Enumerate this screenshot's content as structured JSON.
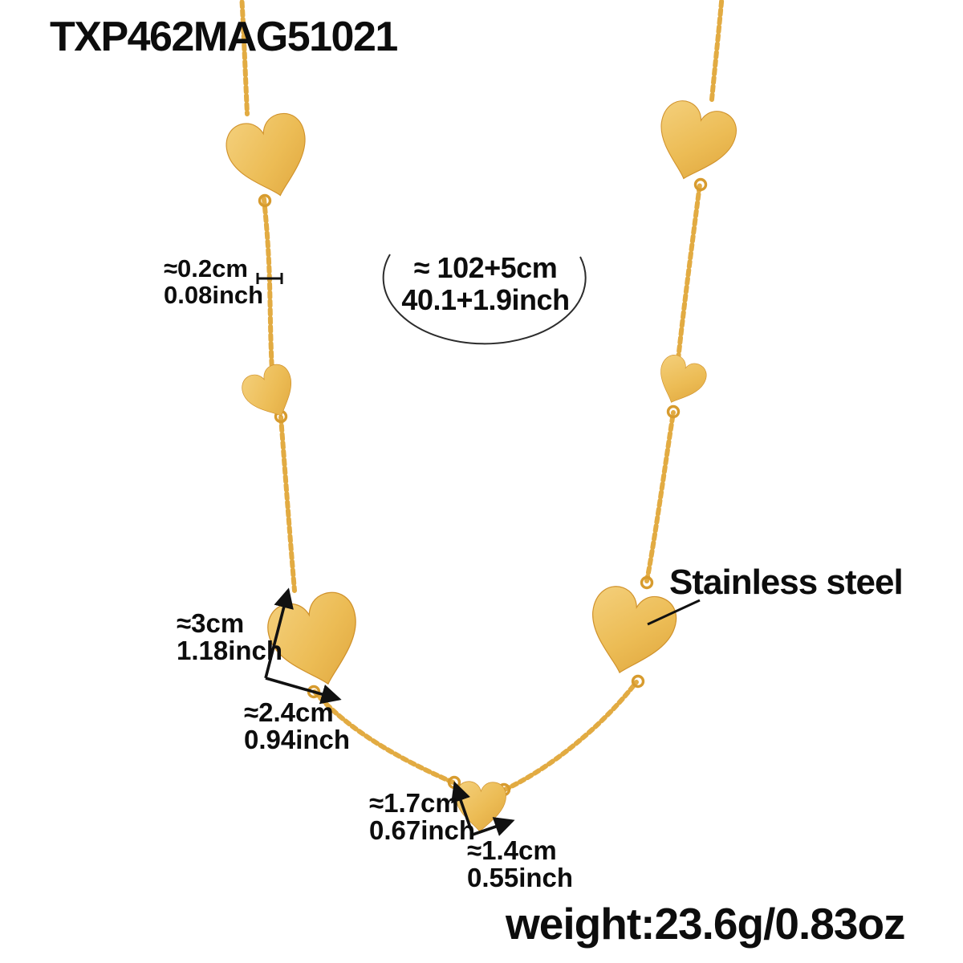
{
  "product": {
    "sku": "TXP462MAG51021",
    "material": "Stainless steel",
    "weight": "weight:23.6g/0.83oz"
  },
  "measurements": {
    "chain_width": {
      "cm": "≈0.2cm",
      "inch": "0.08inch"
    },
    "length": {
      "cm": "≈ 102+5cm",
      "inch": "40.1+1.9inch"
    },
    "large_heart_height": {
      "cm": "≈3cm",
      "inch": "1.18inch"
    },
    "large_heart_width": {
      "cm": "≈2.4cm",
      "inch": "0.94inch"
    },
    "small_heart_height": {
      "cm": "≈1.7cm",
      "inch": "0.67inch"
    },
    "small_heart_width": {
      "cm": "≈1.4cm",
      "inch": "0.55inch"
    }
  },
  "colors": {
    "background": "#ffffff",
    "text": "#0d0d0d",
    "gold_light": "#f4d07c",
    "gold": "#ecbc55",
    "gold_dark": "#dfa53c",
    "chain": "#e2ab42",
    "annotation": "#111111"
  }
}
